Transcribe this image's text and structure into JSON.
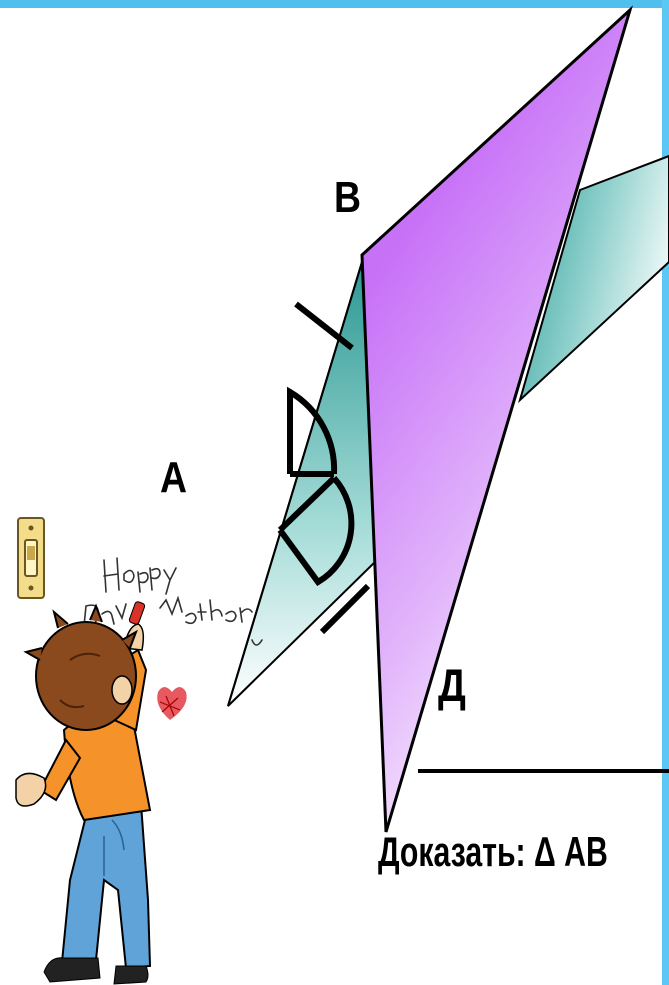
{
  "colors": {
    "top_band": "#4fc0ee",
    "right_border": "#5ac8f2",
    "plane_purple": "#c97dfa",
    "plane_teal": "#3fa8a0",
    "line": "#000000"
  },
  "labels": {
    "vertex_b": "B",
    "vertex_a": "A",
    "vertex_d": "Д"
  },
  "caption": "Доказать: Δ АВ",
  "wall_graffiti": "Happy Day Mother",
  "icons": [
    "light-switch-icon",
    "heart-scribble-icon",
    "boy-drawing-icon"
  ]
}
